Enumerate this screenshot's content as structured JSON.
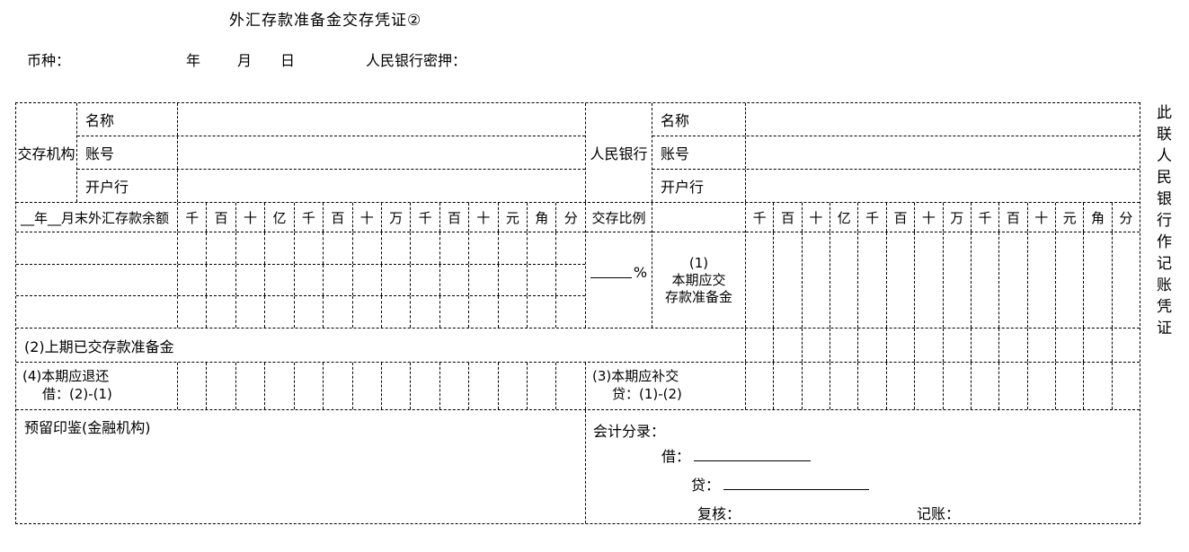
{
  "colors": {
    "ink": "#000000",
    "background": "#ffffff"
  },
  "header": {
    "title": "外汇存款准备金交存凭证②",
    "currency_label": "币种：",
    "date_labels": {
      "year": "年",
      "month": "月",
      "day": "日"
    },
    "cipher_label": "人民银行密押：",
    "side_note": "此联人民银行作记账凭证"
  },
  "parties": {
    "depositor": {
      "title": "交存机构",
      "fields": [
        {
          "label": "名称",
          "value": ""
        },
        {
          "label": "账号",
          "value": ""
        },
        {
          "label": "开户行",
          "value": ""
        }
      ]
    },
    "pboc": {
      "title": "人民银行",
      "fields": [
        {
          "label": "名称",
          "value": ""
        },
        {
          "label": "账号",
          "value": ""
        },
        {
          "label": "开户行",
          "value": ""
        }
      ]
    }
  },
  "balance": {
    "row_label": "__年__月末外汇存款余额",
    "digit_headers": [
      "千",
      "百",
      "十",
      "亿",
      "千",
      "百",
      "十",
      "万",
      "千",
      "百",
      "十",
      "元",
      "角",
      "分"
    ],
    "ratio_header": "交存比例",
    "ratio_suffix": "%",
    "item1_lines": [
      "(1)",
      "本期应交",
      "存款准备金"
    ]
  },
  "rows": {
    "prev_deposited": "(2)上期已交存款准备金",
    "refund_line1": "(4)本期应退还",
    "refund_line2": "借：(2)-(1)",
    "supplement_line1": "(3)本期应补交",
    "supplement_line2": "贷：(1)-(2)"
  },
  "footer": {
    "seal_label": "预留印鉴(金融机构)",
    "entry_title": "会计分录：",
    "debit_label": "借：",
    "credit_label": "贷：",
    "review_label": "复核：",
    "bookkeep_label": "记账："
  }
}
